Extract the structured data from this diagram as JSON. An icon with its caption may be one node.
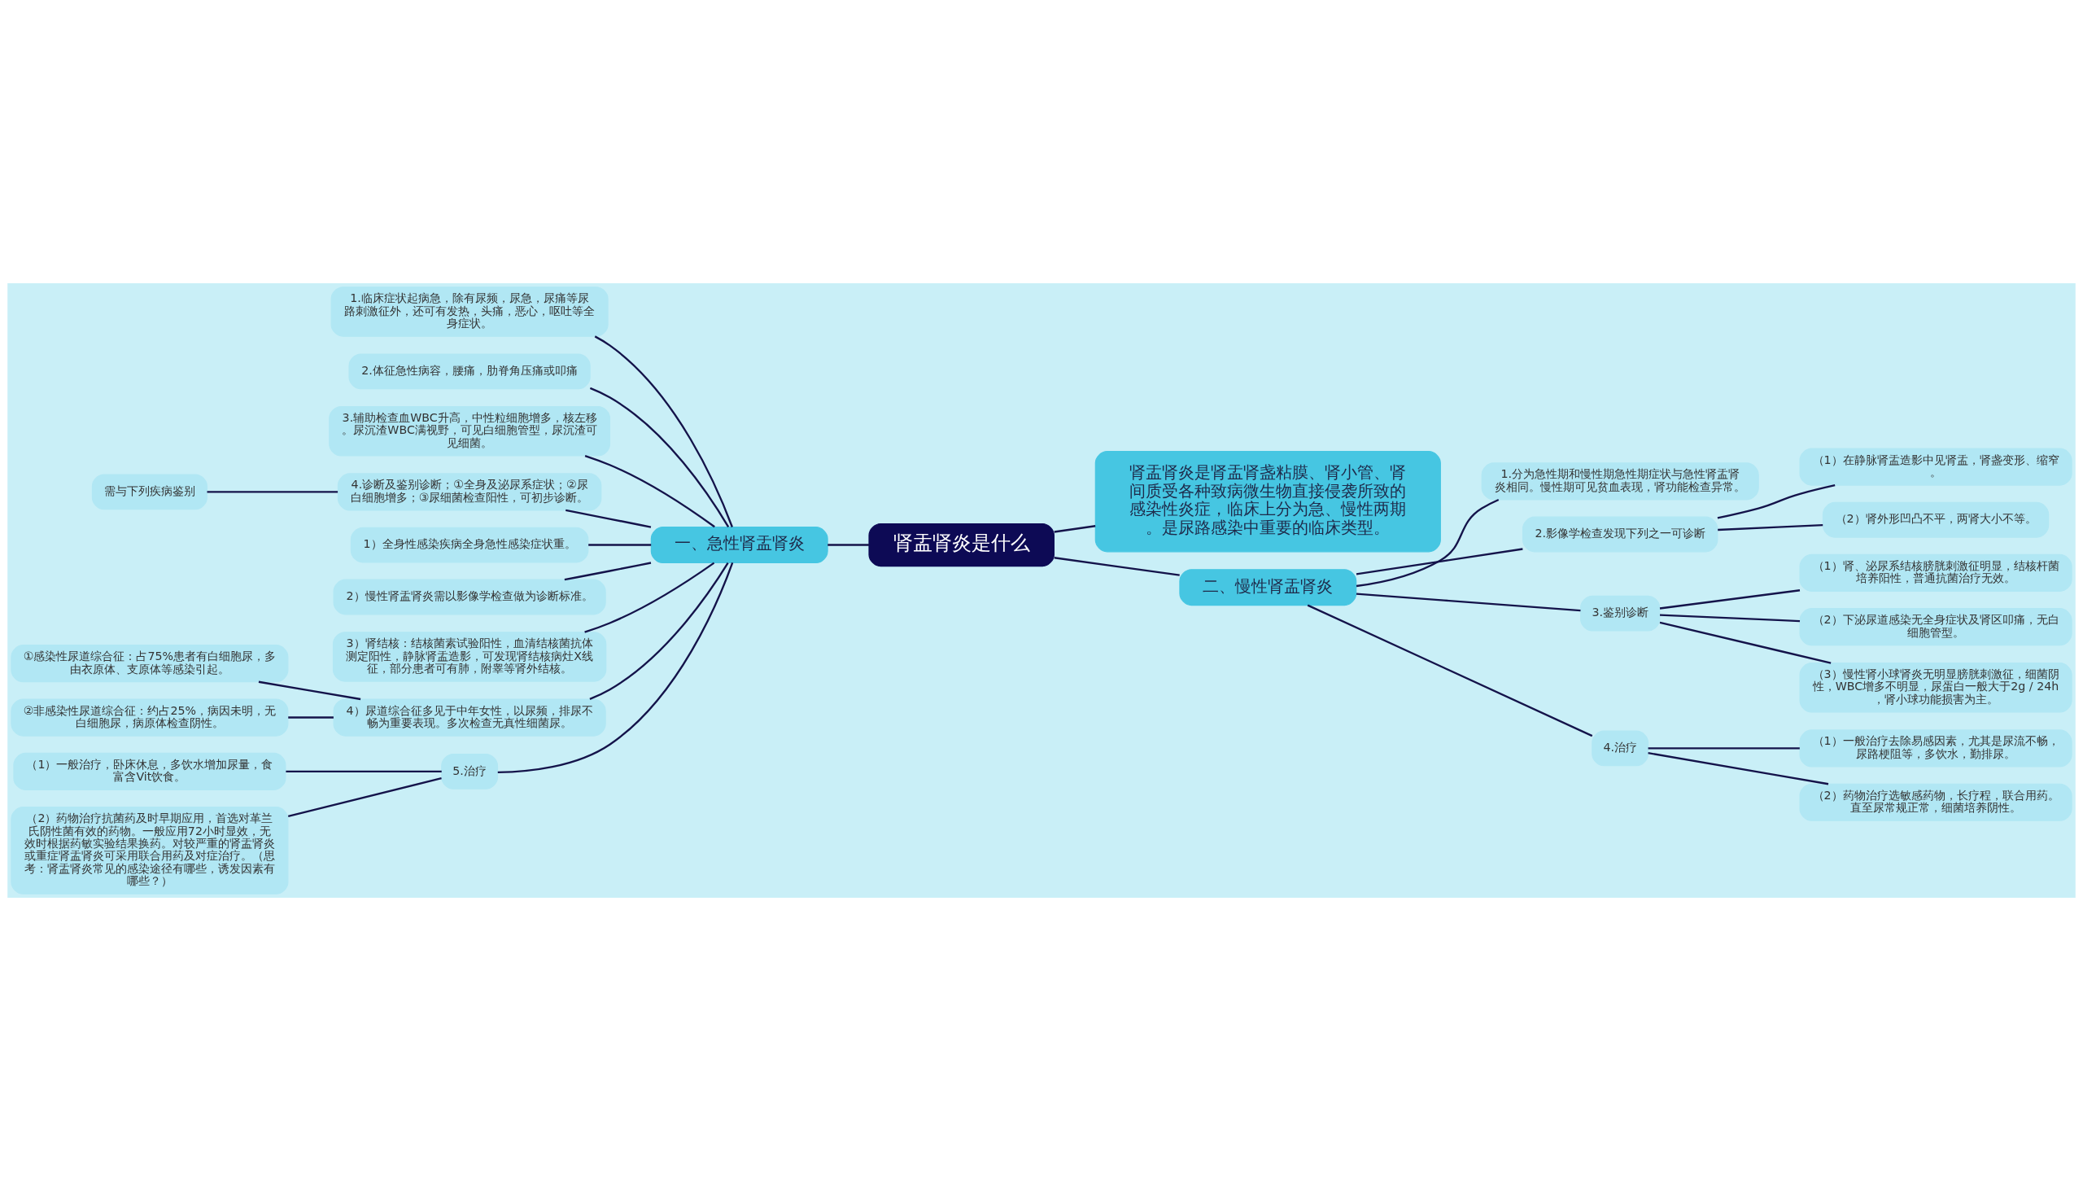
{
  "diagram": {
    "nodes": [
      {
        "text": [
          "肾盂肾炎是什么"
        ]
      },
      {
        "text": [
          "一、急性肾盂肾炎"
        ]
      },
      {
        "text": [
          "1.临床症状起病急，除有尿频，尿急，尿痛等尿路刺激征外，还可有发热，头痛，恶心，呕吐等全身症状。"
        ]
      },
      {
        "text": [
          "2.体征急性病容，腰痛，肋脊角压痛或叩痛"
        ]
      },
      {
        "text": [
          "3.辅助检查血WBC升高，中性粒细胞增多，核左移。尿沉渣WBC满视野，可见白细胞管型，尿沉渣可见细菌。"
        ]
      },
      {
        "text": [
          "4.诊断及鉴别诊断；①全身及泌尿系症状；②尿白细胞增多；③尿细菌检查阳性，可初步诊断。"
        ]
      },
      {
        "text": [
          "需与下列疾病鉴别"
        ]
      },
      {
        "text": [
          "1）全身性感染疾病全身急性感染症状重。"
        ]
      },
      {
        "text": [
          "2）慢性肾盂肾炎需以影像学检查做为诊断标准。"
        ]
      },
      {
        "text": [
          "3）肾结核：结核菌素试验阳性，血清结核菌抗体测定阳性，静脉肾盂造影，可发现肾结核病灶X线征，部分患者可有肺，附睾等肾外结核。"
        ]
      },
      {
        "text": [
          "4）尿道综合征多见于中年女性，以尿频，排尿不畅为重要表现。多次检查无真性细菌尿。"
        ]
      },
      {
        "text": [
          "①感染性尿道综合征：占75%患者有白细胞尿，多由衣原体、支原体等感染引起。"
        ]
      },
      {
        "text": [
          "②非感染性尿道综合征：约占25%，病因未明，无白细胞尿，病原体检查阴性。"
        ]
      },
      {
        "text": [
          "5.治疗"
        ]
      },
      {
        "text": [
          "（1）一般治疗，卧床休息，多饮水增加尿量，食富含Vit饮食。"
        ]
      },
      {
        "text": [
          "（2）药物治疗抗菌药及时早期应用，首选对革兰氏阴性菌有效的药物。一般应用72小时显效，无效时根据药敏实验结果换药。对较严重的肾盂肾炎或重症肾盂肾炎可采用联合用药及对症治疗。（思考：肾盂肾炎常见的感染途径有哪些，诱发因素有哪些？）"
        ]
      },
      {
        "text": [
          "肾盂肾炎是肾盂肾盏粘膜、肾小管、肾间质受各种致病微生物直接侵袭所致的感染性炎症，临床上分为急、慢性两期。是尿路感染中重要的临床类型。"
        ]
      },
      {
        "text": [
          "二、慢性肾盂肾炎"
        ]
      },
      {
        "text": [
          "1.分为急性期和慢性期急性期症状与急性肾盂肾炎相同。慢性期可见贫血表现，肾功能检查异常。"
        ]
      },
      {
        "text": [
          "2.影像学检查发现下列之一可诊断"
        ]
      },
      {
        "text": [
          "（1）在静脉肾盂造影中见肾盂，肾盏变形、缩窄。"
        ]
      },
      {
        "text": [
          "（2）肾外形凹凸不平，两肾大小不等。"
        ]
      },
      {
        "text": [
          "3.鉴别诊断"
        ]
      },
      {
        "text": [
          "（1）肾、泌尿系结核膀胱刺激征明显，结核杆菌培养阳性，普通抗菌治疗无效。"
        ]
      },
      {
        "text": [
          "（2）下泌尿道感染无全身症状及肾区叩痛，无白细胞管型。"
        ]
      },
      {
        "text": [
          "（3）慢性肾小球肾炎无明显膀胱刺激征，细菌阴性，WBC增多不明显，尿蛋白一般大于2g / 24h，肾小球功能损害为主。"
        ]
      },
      {
        "text": [
          "4.治疗"
        ]
      },
      {
        "text": [
          "（1）一般治疗去除易感因素，尤其是尿流不畅，尿路梗阻等，多饮水，勤排尿。"
        ]
      },
      {
        "text": [
          "（2）药物治疗选敏感药物，长疗程，联合用药。直至尿常规正常，细菌培养阴性。"
        ]
      }
    ],
    "edges": [
      {
        "from": 0,
        "to": 1,
        "arrow": "none"
      },
      {
        "from": 1,
        "to": 2,
        "arrow": "none"
      },
      {
        "from": 1,
        "to": 3,
        "arrow": "none"
      },
      {
        "from": 1,
        "to": 4,
        "arrow": "none"
      },
      {
        "from": 1,
        "to": 5,
        "arrow": "none"
      },
      {
        "from": 5,
        "to": 6,
        "arrow": "none"
      },
      {
        "from": 1,
        "to": 7,
        "arrow": "none"
      },
      {
        "from": 1,
        "to": 8,
        "arrow": "none"
      },
      {
        "from": 1,
        "to": 9,
        "arrow": "none"
      },
      {
        "from": 1,
        "to": 10,
        "arrow": "none"
      },
      {
        "from": 10,
        "to": 11,
        "arrow": "none"
      },
      {
        "from": 10,
        "to": 12,
        "arrow": "none"
      },
      {
        "from": 1,
        "to": 13,
        "arrow": "none"
      },
      {
        "from": 13,
        "to": 14,
        "arrow": "none"
      },
      {
        "from": 13,
        "to": 15,
        "arrow": "none"
      },
      {
        "from": 0,
        "to": 16,
        "arrow": "none"
      },
      {
        "from": 0,
        "to": 17,
        "arrow": "none"
      },
      {
        "from": 17,
        "to": 18,
        "arrow": "none"
      },
      {
        "from": 17,
        "to": 19,
        "arrow": "none"
      },
      {
        "from": 19,
        "to": 20,
        "arrow": "none"
      },
      {
        "from": 19,
        "to": 21,
        "arrow": "none"
      },
      {
        "from": 17,
        "to": 22,
        "arrow": "none"
      },
      {
        "from": 22,
        "to": 23,
        "arrow": "none"
      },
      {
        "from": 22,
        "to": 24,
        "arrow": "none"
      },
      {
        "from": 22,
        "to": 25,
        "arrow": "none"
      },
      {
        "from": 17,
        "to": 26,
        "arrow": "none"
      },
      {
        "from": 26,
        "to": 27,
        "arrow": "none"
      },
      {
        "from": 26,
        "to": 28,
        "arrow": "none"
      }
    ]
  }
}
